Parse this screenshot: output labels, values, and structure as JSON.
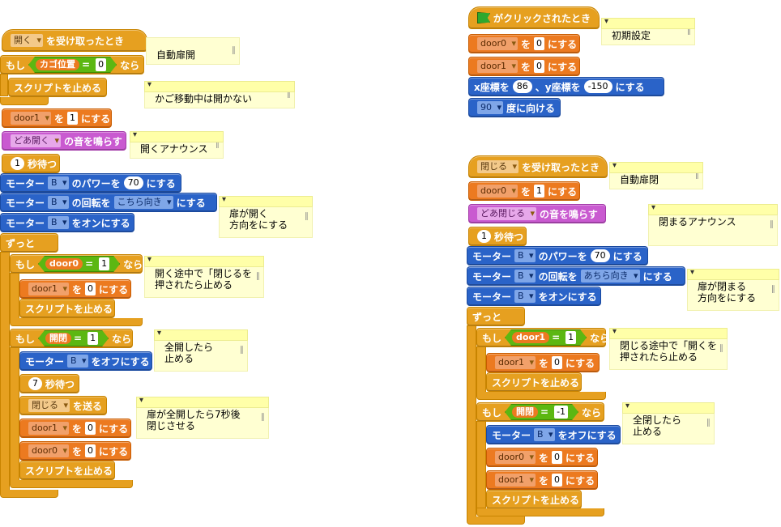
{
  "scripts": {
    "left": {
      "hat": {
        "message": "開く",
        "suffix": "を受け取ったとき"
      },
      "if1": {
        "prefix": "もし",
        "var": "カゴ位置",
        "op": "=",
        "value": "0",
        "suffix": "なら"
      },
      "stop1": "スクリプトを止める",
      "set1": {
        "var": "door1",
        "mid": "を",
        "value": "1",
        "suffix": "にする"
      },
      "sound": {
        "name": "どあ開く",
        "suffix": "の音を鳴らす"
      },
      "wait": {
        "value": "1",
        "suffix": "秒待つ"
      },
      "power": {
        "prefix": "モーター",
        "motor": "B",
        "mid": "のパワーを",
        "value": "70",
        "suffix": "にする"
      },
      "dir": {
        "prefix": "モーター",
        "motor": "B",
        "mid": "の回転を",
        "value": "こちら向き",
        "suffix": "にする"
      },
      "on": {
        "prefix": "モーター",
        "motor": "B",
        "suffix": "をオンにする"
      },
      "forever": "ずっと",
      "if2": {
        "prefix": "もし",
        "var": "door0",
        "op": "=",
        "value": "1",
        "suffix": "なら"
      },
      "set2": {
        "var": "door1",
        "mid": "を",
        "value": "0",
        "suffix": "にする"
      },
      "stop2": "スクリプトを止める",
      "if3": {
        "prefix": "もし",
        "var": "開閉",
        "op": "=",
        "value": "1",
        "suffix": "なら"
      },
      "off": {
        "prefix": "モーター",
        "motor": "B",
        "suffix": "をオフにする"
      },
      "wait2": {
        "value": "7",
        "suffix": "秒待つ"
      },
      "send": {
        "message": "閉じる",
        "suffix": "を送る"
      },
      "set3": {
        "var": "door1",
        "mid": "を",
        "value": "0",
        "suffix": "にする"
      },
      "set4": {
        "var": "door0",
        "mid": "を",
        "value": "0",
        "suffix": "にする"
      },
      "stop3": "スクリプトを止める"
    },
    "flag": {
      "hat": "がクリックされたとき",
      "set1": {
        "var": "door0",
        "mid": "を",
        "value": "0",
        "suffix": "にする"
      },
      "set2": {
        "var": "door1",
        "mid": "を",
        "value": "0",
        "suffix": "にする"
      },
      "goto": {
        "p1": "x座標を",
        "x": "86",
        "p2": "、y座標を",
        "y": "-150",
        "p3": "にする"
      },
      "point": {
        "value": "90",
        "suffix": "度に向ける"
      }
    },
    "right": {
      "hat": {
        "message": "閉じる",
        "suffix": "を受け取ったとき"
      },
      "set1": {
        "var": "door0",
        "mid": "を",
        "value": "1",
        "suffix": "にする"
      },
      "sound": {
        "name": "どあ閉じる",
        "suffix": "の音を鳴らす"
      },
      "wait": {
        "value": "1",
        "suffix": "秒待つ"
      },
      "power": {
        "prefix": "モーター",
        "motor": "B",
        "mid": "のパワーを",
        "value": "70",
        "suffix": "にする"
      },
      "dir": {
        "prefix": "モーター",
        "motor": "B",
        "mid": "の回転を",
        "value": "あちら向き",
        "suffix": "にする"
      },
      "on": {
        "prefix": "モーター",
        "motor": "B",
        "suffix": "をオンにする"
      },
      "forever": "ずっと",
      "if1": {
        "prefix": "もし",
        "var": "door1",
        "op": "=",
        "value": "1",
        "suffix": "なら"
      },
      "set2": {
        "var": "door1",
        "mid": "を",
        "value": "0",
        "suffix": "にする"
      },
      "stop1": "スクリプトを止める",
      "if2": {
        "prefix": "もし",
        "var": "開閉",
        "op": "=",
        "value": "-1",
        "suffix": "なら"
      },
      "off": {
        "prefix": "モーター",
        "motor": "B",
        "suffix": "をオフにする"
      },
      "set3": {
        "var": "door0",
        "mid": "を",
        "value": "0",
        "suffix": "にする"
      },
      "set4": {
        "var": "door1",
        "mid": "を",
        "value": "0",
        "suffix": "にする"
      },
      "stop2": "スクリプトを止める"
    }
  },
  "comments": {
    "c1": "自動扉開",
    "c2": "かご移動中は開かない",
    "c3": "開くアナウンス",
    "c4": "扉が開く\n方向をにする",
    "c5": "開く途中で「閉じるを\n押されたら止める",
    "c6": "全開したら\n止める",
    "c7": "扉が全開したら7秒後\n閉じさせる",
    "c8": "初期設定",
    "c9": "自動扉閉",
    "c10": "閉まるアナウンス",
    "c11": "扉が閉まる\n方向をにする",
    "c12": "閉じる途中で「開くを\n押されたら止める",
    "c13": "全閉したら\n止める"
  },
  "colors": {
    "control": "#e6a020",
    "variable": "#ec7a20",
    "sound": "#c95ad0",
    "motion": "#2a63c8",
    "operator": "#5cb712",
    "comment": "#ffffd2"
  }
}
